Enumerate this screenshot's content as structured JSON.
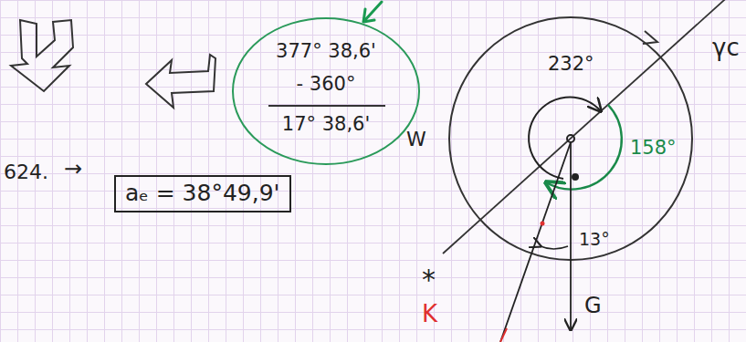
{
  "diagram": {
    "nodes": [
      {
        "text": [
          "377° 38,6'",
          "- 360°",
          "17° 38,6'"
        ]
      },
      {
        "text": [
          "aₑ = 38°49,9'"
        ]
      }
    ],
    "labels": [
      "624.",
      "→",
      "W",
      "232°",
      "158°",
      "13°",
      "γc",
      "G",
      "*",
      "K"
    ]
  }
}
